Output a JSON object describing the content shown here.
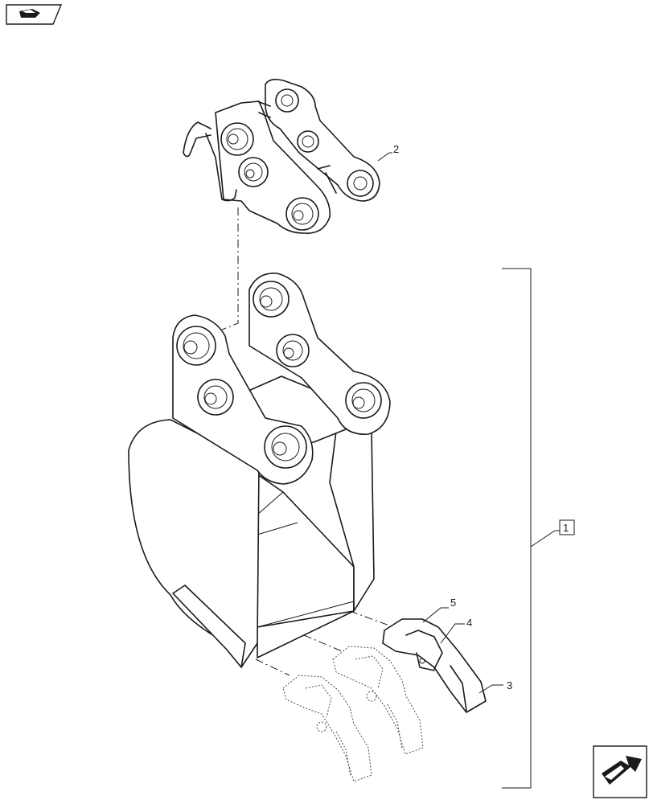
{
  "navigation": {
    "top_icon": "book-arrow-icon",
    "bottom_icon": "next-page-arrow-icon"
  },
  "callouts": {
    "item_1": "1",
    "item_2": "2",
    "item_3": "3",
    "item_4": "4",
    "item_5": "5"
  },
  "colors": {
    "line": "#1a1a1a",
    "background": "#ffffff"
  }
}
